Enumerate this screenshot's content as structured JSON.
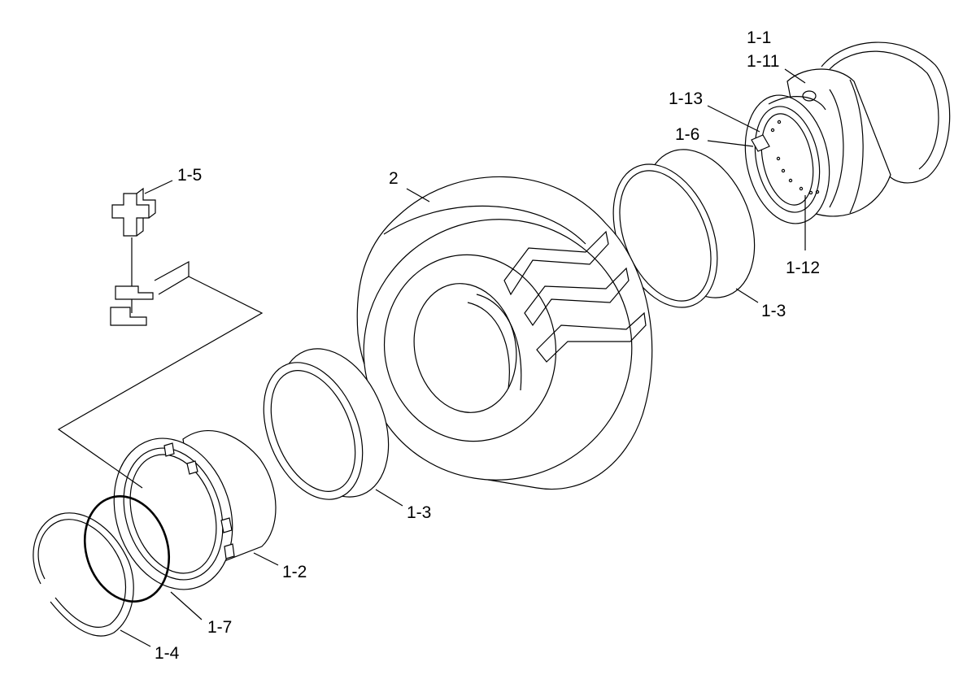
{
  "labels": {
    "l_1_1": "1-1",
    "l_1_11": "1-11",
    "l_1_13": "1-13",
    "l_1_6": "1-6",
    "l_1_12": "1-12",
    "l_1_3_right": "1-3",
    "l_2": "2",
    "l_1_5": "1-5",
    "l_1_3_left": "1-3",
    "l_1_2": "1-2",
    "l_1_7": "1-7",
    "l_1_4": "1-4"
  }
}
